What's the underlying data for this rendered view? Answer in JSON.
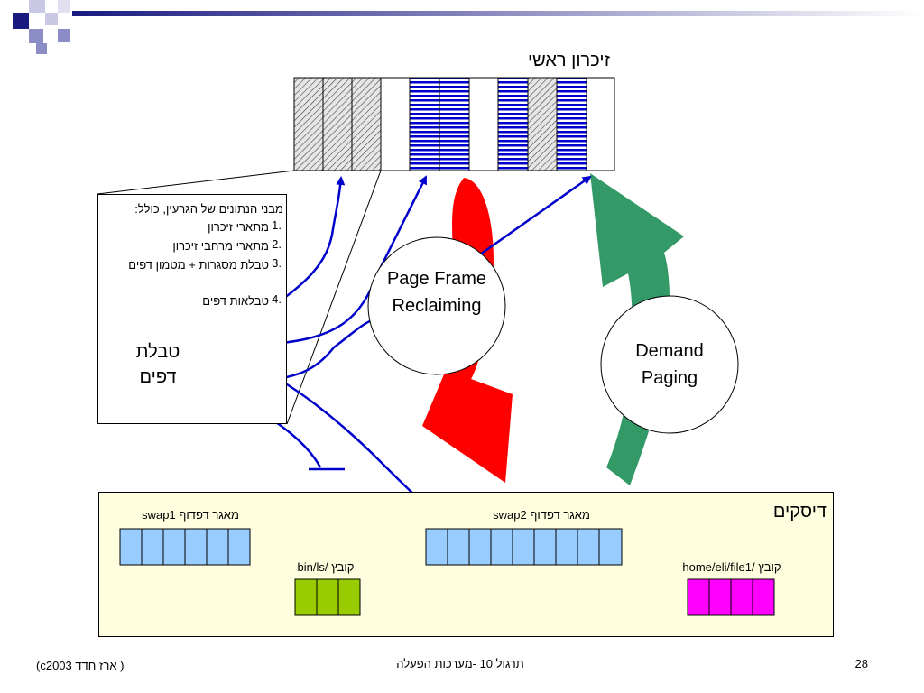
{
  "memory": {
    "title": "זיכרון ראשי"
  },
  "kernel": {
    "title": "מבני הנתונים של הגרעין, כולל:",
    "items": [
      {
        "num": "1.",
        "label": "מתארי זיכרון"
      },
      {
        "num": "2.",
        "label": "מתארי מרחבי זיכרון"
      },
      {
        "num": "3.",
        "label": "טבלת מסגרות + מטמון דפים"
      },
      {
        "num": "4.",
        "label": "טבלאות דפים"
      }
    ]
  },
  "page_table": {
    "label": "טבלת דפים"
  },
  "circles": {
    "reclaim": "Page Frame Reclaiming",
    "demand": "Demand Paging"
  },
  "disks": {
    "title": "דיסקים",
    "swap1": "מאגר דפדוף swap1",
    "swap2": "מאגר דפדוף swap2",
    "binls": "קובץ /bin/ls",
    "homefile": "קובץ /home/eli/file1"
  },
  "footer": {
    "left": "( ארז חדד c2003)",
    "center": "תרגול 10 -מערכות הפעלה",
    "page": "28"
  },
  "colors": {
    "brand_square": "#1a1a80",
    "light_square": "#8c8cc6",
    "gradient_left": "#1a1a80",
    "reclaim_arrow": "#ff0000",
    "demand_arrow": "#339966",
    "arrow_blue": "#0000cc",
    "swap_cell": "#99ccff",
    "binls_cell": "#99cc00",
    "file_cell": "#ff00ff",
    "disks_bg": "#ffffe0"
  }
}
